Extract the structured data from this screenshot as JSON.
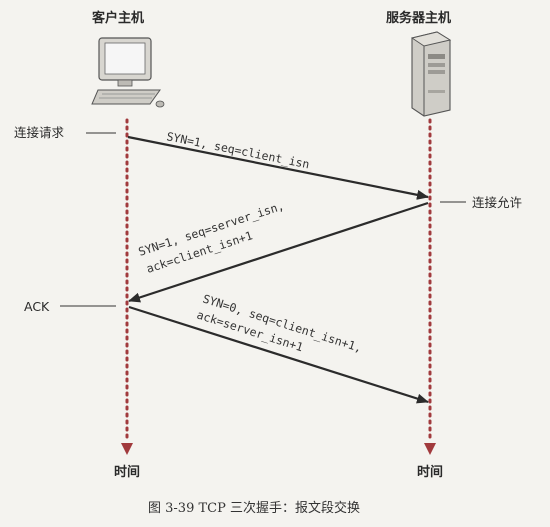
{
  "hosts": {
    "client_title": "客户主机",
    "server_title": "服务器主机"
  },
  "side_labels": {
    "request": "连接请求",
    "grant": "连接允许",
    "ack": "ACK"
  },
  "time_labels": {
    "client": "时间",
    "server": "时间"
  },
  "messages": {
    "m1": "SYN=1, seq=client_isn",
    "m2_line1": "SYN=1, seq=server_isn,",
    "m2_line2": "ack=client_isn+1",
    "m3_line1": "SYN=0, seq=client_isn+1,",
    "m3_line2": "ack=server_isn+1"
  },
  "caption": "图 3-39   TCP 三次握手：报文段交换",
  "colors": {
    "dots": "#b93f43",
    "arrow": "#2b2b2b",
    "background": "#f4f3ef"
  },
  "icons": {
    "client": "desktop-computer-icon",
    "server": "server-tower-icon"
  }
}
